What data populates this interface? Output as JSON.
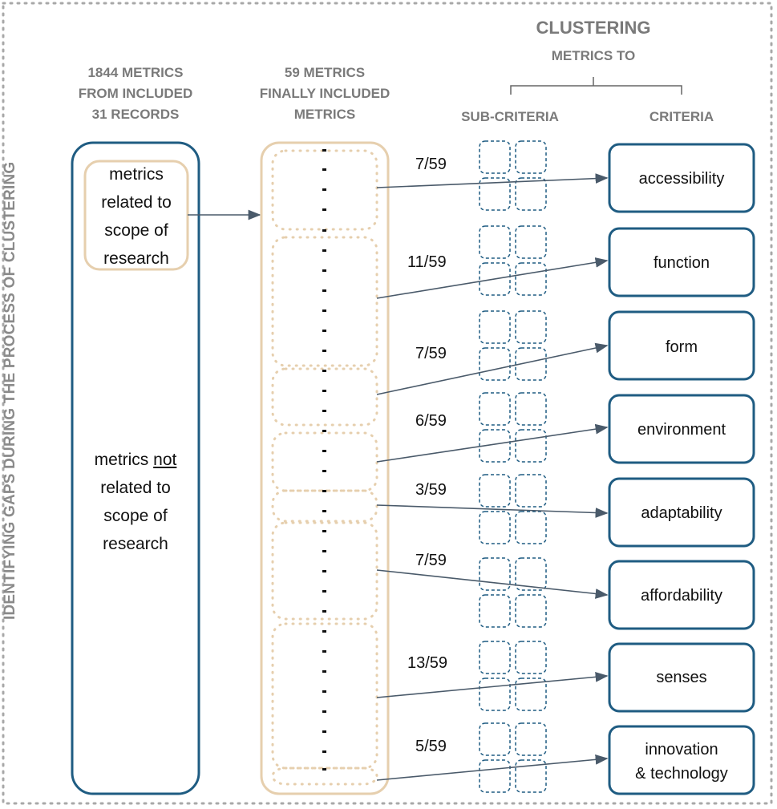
{
  "side_title": "IDENTIFYING GAPS DURING THE PROCESS OF CLUSTERING",
  "headers": {
    "col1": [
      "1844 METRICS",
      "FROM INCLUDED",
      "31 RECORDS"
    ],
    "col2": [
      "59 METRICS",
      "FINALLY INCLUDED",
      "METRICS"
    ],
    "clustering": "CLUSTERING",
    "metrics_to": "METRICS TO",
    "sub_criteria": "SUB-CRITERIA",
    "criteria": "CRITERIA"
  },
  "related_box": [
    "metrics",
    "related to",
    "scope of",
    "research"
  ],
  "not_related": {
    "line1_pre": "metrics ",
    "line1_underlined": "not",
    "lines": [
      "related to",
      "scope of",
      "research"
    ]
  },
  "clusters": [
    {
      "fraction": "7/59",
      "criterion": [
        "accessibility"
      ]
    },
    {
      "fraction": "11/59",
      "criterion": [
        "function"
      ]
    },
    {
      "fraction": "7/59",
      "criterion": [
        "form"
      ]
    },
    {
      "fraction": "6/59",
      "criterion": [
        "environment"
      ]
    },
    {
      "fraction": "3/59",
      "criterion": [
        "adaptability"
      ]
    },
    {
      "fraction": "7/59",
      "criterion": [
        "affordability"
      ]
    },
    {
      "fraction": "13/59",
      "criterion": [
        "senses"
      ]
    },
    {
      "fraction": "5/59",
      "criterion": [
        "innovation",
        "& technology"
      ]
    }
  ],
  "colors": {
    "frame": "#a8a8a8",
    "blue": "#1f5c82",
    "tan": "#e6cfae",
    "arrow": "#4a5a6a",
    "header_gray": "#7a7a7a"
  }
}
